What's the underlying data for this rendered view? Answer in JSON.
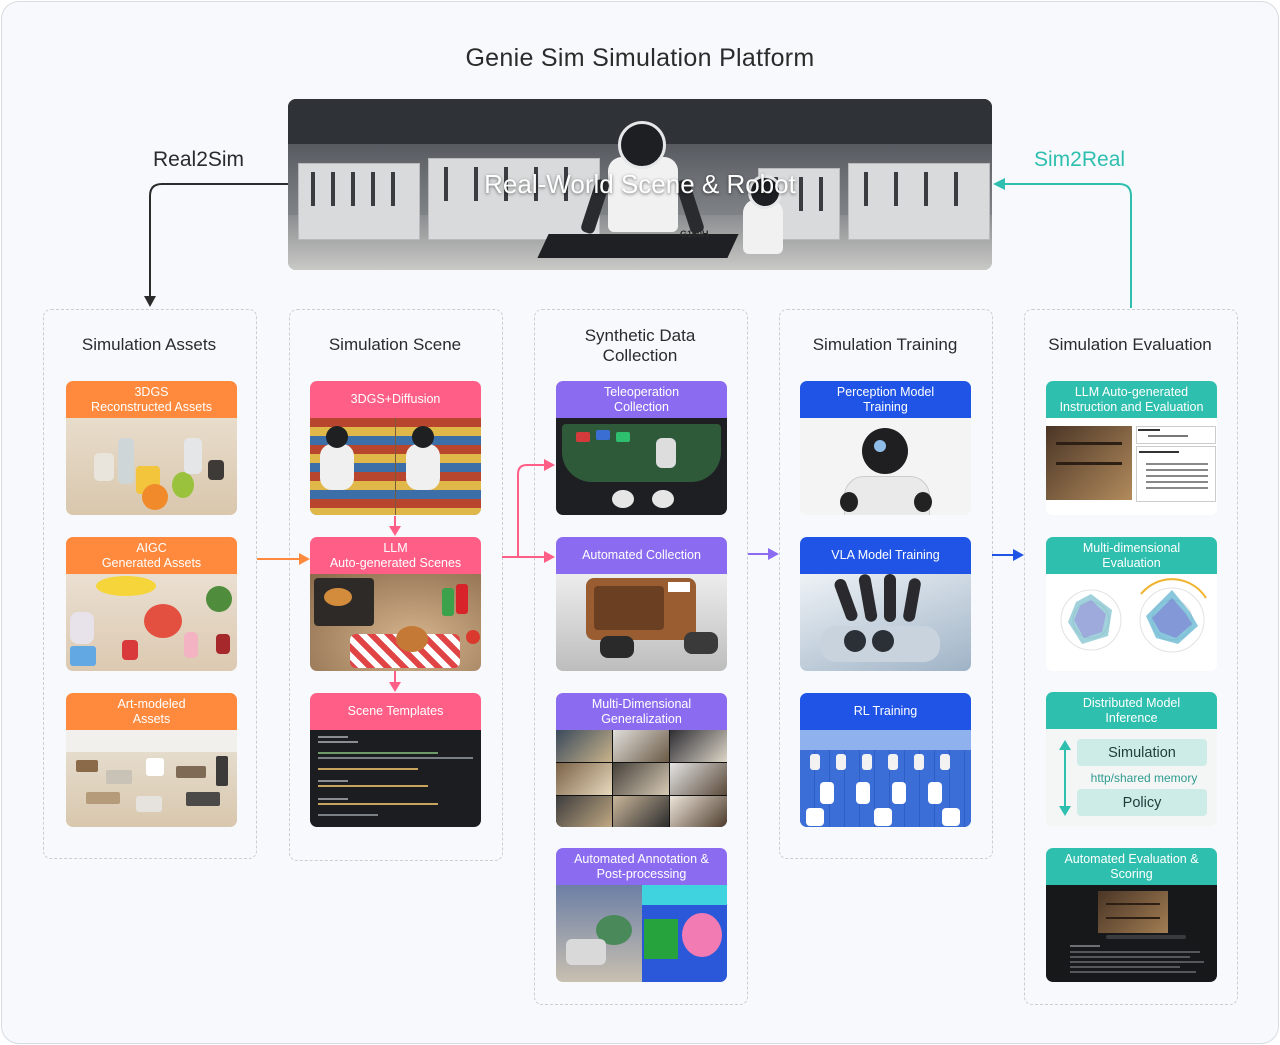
{
  "title": "Genie Sim Simulation Platform",
  "hero": {
    "label": "Real-World Scene & Robot",
    "machine_text": "G160H"
  },
  "real2sim_label": "Real2Sim",
  "sim2real_label": "Sim2Real",
  "columns": [
    {
      "title": "Simulation Assets",
      "cards": [
        {
          "label": "3DGS\nReconstructed Assets"
        },
        {
          "label": "AIGC\nGenerated Assets"
        },
        {
          "label": "Art-modeled\nAssets"
        }
      ]
    },
    {
      "title": "Simulation Scene",
      "cards": [
        {
          "label": "3DGS+Diffusion"
        },
        {
          "label": "LLM\nAuto-generated Scenes"
        },
        {
          "label": "Scene Templates"
        }
      ]
    },
    {
      "title": "Synthetic Data\nCollection",
      "cards": [
        {
          "label": "Teleoperation\nCollection"
        },
        {
          "label": "Automated Collection"
        },
        {
          "label": "Multi-Dimensional\nGeneralization"
        },
        {
          "label": "Automated Annotation &\nPost-processing"
        }
      ]
    },
    {
      "title": "Simulation Training",
      "cards": [
        {
          "label": "Perception Model\nTraining"
        },
        {
          "label": "VLA Model Training"
        },
        {
          "label": "RL Training"
        }
      ]
    },
    {
      "title": "Simulation Evaluation",
      "cards": [
        {
          "label": "LLM Auto-generated\nInstruction and Evaluation"
        },
        {
          "label": "Multi-dimensional\nEvaluation"
        },
        {
          "label": "Distributed Model\nInference"
        },
        {
          "label": "Automated Evaluation &\nScoring"
        }
      ]
    }
  ],
  "inference": {
    "top": "Simulation",
    "middle": "http/shared memory",
    "bottom": "Policy"
  },
  "colors": {
    "assets": "#ff8a3d",
    "scene": "#ff5f87",
    "collection": "#8b6cf0",
    "training": "#1f54e6",
    "evaluation": "#2ebfae",
    "real2sim": "#2b2b2b"
  }
}
